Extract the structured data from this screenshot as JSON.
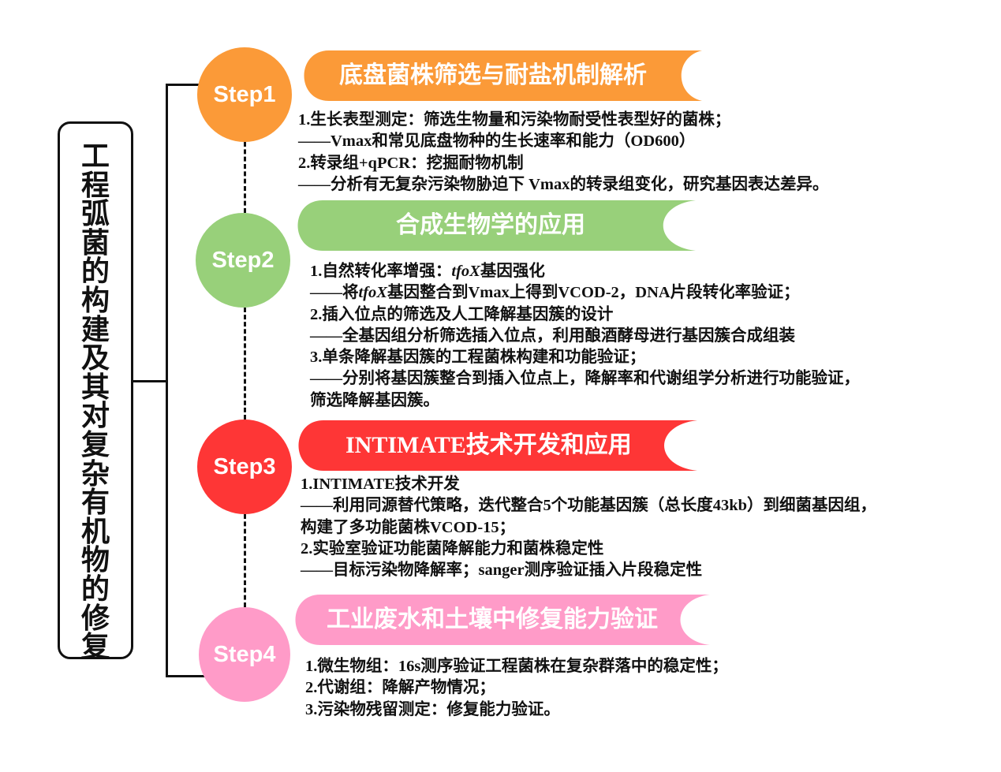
{
  "title": "工程弧菌的构建及其对复杂有机物的修复",
  "colors": {
    "step1": "#FB9A38",
    "step2": "#98D07A",
    "step3": "#FE3636",
    "step4": "#FF9BC8",
    "line": "#111111"
  },
  "steps": [
    {
      "label": "Step1",
      "heading": "底盘菌株筛选与耐盐机制解析",
      "lines": [
        "1.生长表型测定：筛选生物量和污染物耐受性表型好的菌株；",
        "——Vmax和常见底盘物种的生长速率和能力（OD600）",
        "2.转录组+qPCR：挖掘耐物机制",
        "——分析有无复杂污染物胁迫下 Vmax的转录组变化，研究基因表达差异。"
      ]
    },
    {
      "label": "Step2",
      "heading": "合成生物学的应用",
      "lines": [
        "1.自然转化率增强：tfoX基因强化",
        "——将tfoX基因整合到Vmax上得到VCOD-2，DNA片段转化率验证；",
        "2.插入位点的筛选及人工降解基因簇的设计",
        "——全基因组分析筛选插入位点，利用酿酒酵母进行基因簇合成组装",
        "3.单条降解基因簇的工程菌株构建和功能验证；",
        "——分别将基因簇整合到插入位点上，降解率和代谢组学分析进行功能验证，",
        "筛选降解基因簇。"
      ]
    },
    {
      "label": "Step3",
      "heading": "INTIMATE技术开发和应用",
      "lines": [
        "1.INTIMATE技术开发",
        "——利用同源替代策略，迭代整合5个功能基因簇（总长度43kb）到细菌基因组，",
        "构建了多功能菌株VCOD-15；",
        "2.实验室验证功能菌降解能力和菌株稳定性",
        "——目标污染物降解率；sanger测序验证插入片段稳定性"
      ]
    },
    {
      "label": "Step4",
      "heading": "工业废水和土壤中修复能力验证",
      "lines": [
        "1.微生物组：16s测序验证工程菌株在复杂群落中的稳定性；",
        "2.代谢组：降解产物情况；",
        "3.污染物残留测定：修复能力验证。"
      ]
    }
  ]
}
